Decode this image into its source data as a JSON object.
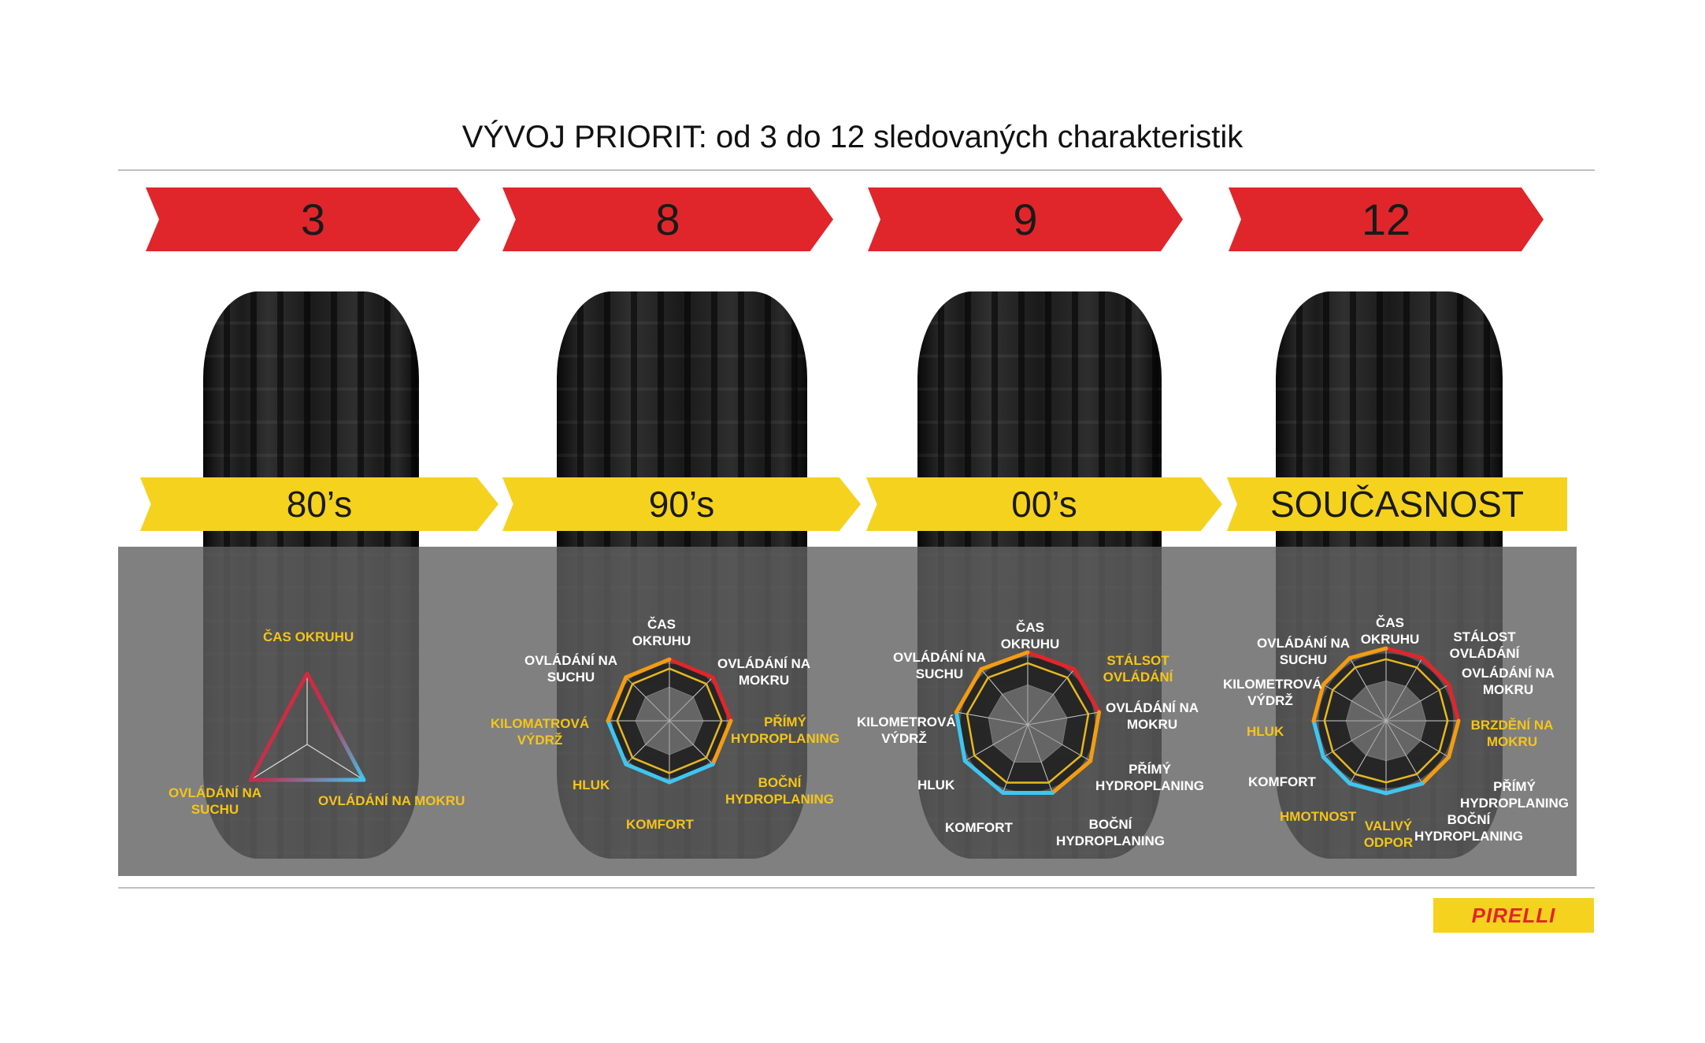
{
  "title": "VÝVOJ PRIORIT: od 3 do 12 sledovaných charakteristik",
  "logo": "PIRELLI",
  "colors": {
    "red": "#e0262b",
    "yellow": "#f5d21e",
    "label_white": "#ffffff",
    "label_yellow": "#f5c518",
    "cyan": "#3ec6f0",
    "orange": "#f39c12"
  },
  "eras": [
    {
      "count": "3",
      "era": "80’s",
      "labels": [
        {
          "text": "ČAS OKRUHU",
          "color": "yellow"
        },
        {
          "text": "OVLÁDÁNÍ NA MOKRU",
          "color": "yellow"
        },
        {
          "text": "OVLÁDÁNÍ NA SUCHU",
          "color": "yellow"
        }
      ]
    },
    {
      "count": "8",
      "era": "90’s",
      "labels": [
        {
          "text": "ČAS OKRUHU",
          "color": "white"
        },
        {
          "text": "OVLÁDÁNÍ NA MOKRU",
          "color": "white"
        },
        {
          "text": "PŘÍMÝ HYDROPLANING",
          "color": "yellow"
        },
        {
          "text": "BOČNÍ HYDROPLANING",
          "color": "yellow"
        },
        {
          "text": "KOMFORT",
          "color": "yellow"
        },
        {
          "text": "HLUK",
          "color": "yellow"
        },
        {
          "text": "KILOMATROVÁ VÝDRŽ",
          "color": "yellow"
        },
        {
          "text": "OVLÁDÁNÍ NA SUCHU",
          "color": "white"
        }
      ]
    },
    {
      "count": "9",
      "era": "00’s",
      "labels": [
        {
          "text": "ČAS OKRUHU",
          "color": "white"
        },
        {
          "text": "STÁLSOT OVLÁDÁNÍ",
          "color": "yellow"
        },
        {
          "text": "OVLÁDÁNÍ NA MOKRU",
          "color": "white"
        },
        {
          "text": "PŘÍMÝ HYDROPLANING",
          "color": "white"
        },
        {
          "text": "BOČNÍ HYDROPLANING",
          "color": "white"
        },
        {
          "text": "KOMFORT",
          "color": "white"
        },
        {
          "text": "HLUK",
          "color": "white"
        },
        {
          "text": "KILOMETROVÁ VÝDRŽ",
          "color": "white"
        },
        {
          "text": "OVLÁDÁNÍ NA SUCHU",
          "color": "white"
        }
      ]
    },
    {
      "count": "12",
      "era": "SOUČASNOST",
      "labels": [
        {
          "text": "ČAS OKRUHU",
          "color": "white"
        },
        {
          "text": "STÁLOST OVLÁDÁNÍ",
          "color": "white"
        },
        {
          "text": "OVLÁDÁNÍ NA MOKRU",
          "color": "white"
        },
        {
          "text": "BRZDĚNÍ NA MOKRU",
          "color": "yellow"
        },
        {
          "text": "PŘÍMÝ HYDROPLANING",
          "color": "white"
        },
        {
          "text": "BOČNÍ HYDROPLANING",
          "color": "white"
        },
        {
          "text": "VALIVÝ ODPOR",
          "color": "yellow"
        },
        {
          "text": "HMOTNOST",
          "color": "yellow"
        },
        {
          "text": "KOMFORT",
          "color": "white"
        },
        {
          "text": "HLUK",
          "color": "yellow"
        },
        {
          "text": "KILOMETROVÁ VÝDRŽ",
          "color": "white"
        },
        {
          "text": "OVLÁDÁNÍ NA SUCHU",
          "color": "white"
        }
      ]
    }
  ]
}
